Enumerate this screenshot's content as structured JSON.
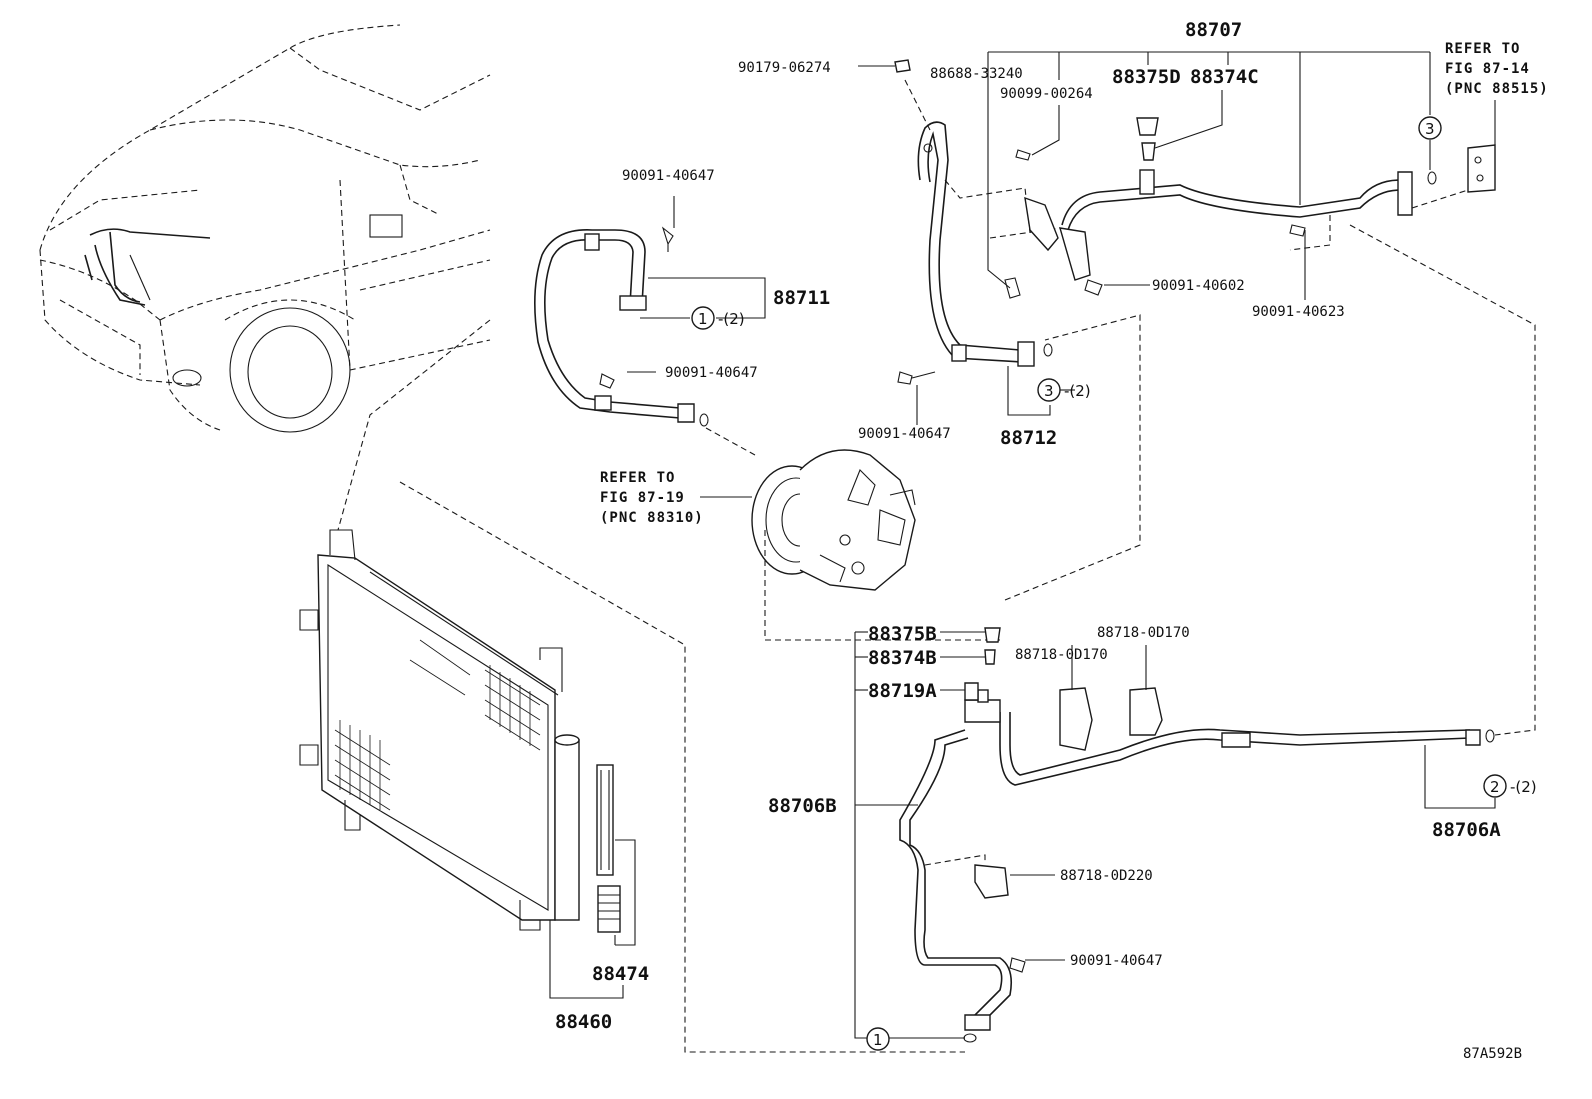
{
  "diagram_code": "87A592B",
  "refer_notes": {
    "expansion_valve": [
      "REFER TO",
      "FIG 87-14",
      "(PNC 88515)"
    ],
    "compressor": [
      "REFER TO",
      "FIG 87-19",
      "(PNC 88310)"
    ]
  },
  "parts": {
    "p88707": "88707",
    "p90179_06274": "90179-06274",
    "p88688_33240": "88688-33240",
    "p90099_00264": "90099-00264",
    "p88375D": "88375D",
    "p88374C": "88374C",
    "p90091_40647_a": "90091-40647",
    "p88711": "88711",
    "p90091_40647_b": "90091-40647",
    "p90091_40602": "90091-40602",
    "p90091_40623": "90091-40623",
    "p90091_40647_c": "90091-40647",
    "p88712": "88712",
    "p88375B": "88375B",
    "p88374B": "88374B",
    "p88719A": "88719A",
    "p88718_0D170_a": "88718-0D170",
    "p88718_0D170_b": "88718-0D170",
    "p88706B": "88706B",
    "p88706A": "88706A",
    "p88718_0D220": "88718-0D220",
    "p90091_40647_d": "90091-40647",
    "p88474": "88474",
    "p88460": "88460"
  },
  "markers": {
    "m1_top": "1",
    "m1_top_qty": "-(2)",
    "m3_mid": "3",
    "m3_mid_qty": "-(2)",
    "m3_top": "3",
    "m2": "2",
    "m2_qty": "-(2)",
    "m1_bottom": "1"
  }
}
